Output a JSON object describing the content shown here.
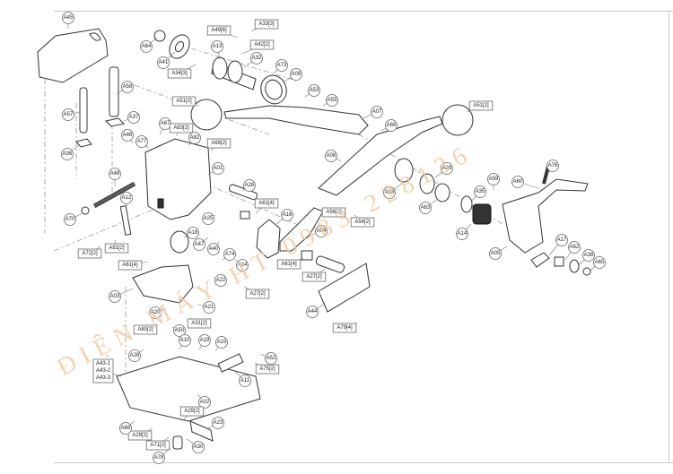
{
  "diagram": {
    "title": "Exploded parts diagram",
    "watermark": "ĐIỆN MÁY HT 0983 228136",
    "colors": {
      "line": "#333333",
      "callout_border": "#666666",
      "watermark": "#f0c8a0"
    },
    "callouts": [
      {
        "id": "A45",
        "label": "A45"
      },
      {
        "id": "A64",
        "label": "A64"
      },
      {
        "id": "A41",
        "label": "A41"
      },
      {
        "id": "A34",
        "label": "A34[3]",
        "boxed": true
      },
      {
        "id": "A49",
        "label": "A49[6]",
        "boxed": true
      },
      {
        "id": "A33",
        "label": "A33[3]",
        "boxed": true
      },
      {
        "id": "A13",
        "label": "A13"
      },
      {
        "id": "A42",
        "label": "A42[2]",
        "boxed": true
      },
      {
        "id": "A32",
        "label": "A32"
      },
      {
        "id": "A73",
        "label": "A73"
      },
      {
        "id": "A09",
        "label": "A09"
      },
      {
        "id": "A53",
        "label": "A53"
      },
      {
        "id": "A55",
        "label": "A55"
      },
      {
        "id": "A58",
        "label": "A58"
      },
      {
        "id": "A57",
        "label": "A57"
      },
      {
        "id": "A37",
        "label": "A37"
      },
      {
        "id": "A36",
        "label": "A36"
      },
      {
        "id": "A51a",
        "label": "A51[2]",
        "boxed": true
      },
      {
        "id": "A51b",
        "label": "A51[2]",
        "boxed": true
      },
      {
        "id": "A07",
        "label": "A07"
      },
      {
        "id": "A66",
        "label": "A66"
      },
      {
        "id": "A67",
        "label": "A67"
      },
      {
        "id": "A83",
        "label": "A83[2]",
        "boxed": true
      },
      {
        "id": "A46",
        "label": "A46"
      },
      {
        "id": "A77",
        "label": "A77"
      },
      {
        "id": "A82",
        "label": "A82"
      },
      {
        "id": "A69",
        "label": "A69[2]",
        "boxed": true
      },
      {
        "id": "A01",
        "label": "A01"
      },
      {
        "id": "A06",
        "label": "A06"
      },
      {
        "id": "A39a",
        "label": "A39"
      },
      {
        "id": "A76",
        "label": "A76"
      },
      {
        "id": "A60",
        "label": "A60"
      },
      {
        "id": "A48",
        "label": "A48"
      },
      {
        "id": "A12",
        "label": "A12"
      },
      {
        "id": "A70",
        "label": "A70"
      },
      {
        "id": "A26",
        "label": "A26"
      },
      {
        "id": "A61a",
        "label": "A61[4]",
        "boxed": true
      },
      {
        "id": "A25",
        "label": "A25"
      },
      {
        "id": "A16",
        "label": "A16"
      },
      {
        "id": "A56",
        "label": "A56[2]",
        "boxed": true
      },
      {
        "id": "A54",
        "label": "A54[2]",
        "boxed": true
      },
      {
        "id": "A08",
        "label": "A08"
      },
      {
        "id": "A63",
        "label": "A63"
      },
      {
        "id": "A35a",
        "label": "A35"
      },
      {
        "id": "A59",
        "label": "A59"
      },
      {
        "id": "A14",
        "label": "A14"
      },
      {
        "id": "A05",
        "label": "A05"
      },
      {
        "id": "A17",
        "label": "A17"
      },
      {
        "id": "A62",
        "label": "A62"
      },
      {
        "id": "A38",
        "label": "A38"
      },
      {
        "id": "A65",
        "label": "A65"
      },
      {
        "id": "A72",
        "label": "A72[2]",
        "boxed": true
      },
      {
        "id": "A81",
        "label": "A81[2]",
        "boxed": true
      },
      {
        "id": "A18",
        "label": "A18"
      },
      {
        "id": "A47",
        "label": "A47"
      },
      {
        "id": "A40",
        "label": "A40"
      },
      {
        "id": "A04",
        "label": "A04"
      },
      {
        "id": "A61b",
        "label": "A61[4]",
        "boxed": true
      },
      {
        "id": "A61c",
        "label": "A61[4]",
        "boxed": true
      },
      {
        "id": "A74",
        "label": "A74"
      },
      {
        "id": "A24",
        "label": "A24"
      },
      {
        "id": "A27a",
        "label": "A27[2]",
        "boxed": true
      },
      {
        "id": "A27b",
        "label": "A27[2]",
        "boxed": true
      },
      {
        "id": "A22",
        "label": "A22"
      },
      {
        "id": "A03",
        "label": "A03"
      },
      {
        "id": "A44",
        "label": "A44"
      },
      {
        "id": "A79",
        "label": "A79[4]",
        "boxed": true
      },
      {
        "id": "A20",
        "label": "A20"
      },
      {
        "id": "A21",
        "label": "A21"
      },
      {
        "id": "A31",
        "label": "A31[2]",
        "boxed": true
      },
      {
        "id": "A80",
        "label": "A80[2]",
        "boxed": true
      },
      {
        "id": "A50",
        "label": "A50"
      },
      {
        "id": "A10",
        "label": "A10"
      },
      {
        "id": "A19",
        "label": "A19"
      },
      {
        "id": "A15",
        "label": "A15"
      },
      {
        "id": "A28",
        "label": "A28"
      },
      {
        "id": "A52",
        "label": "A52"
      },
      {
        "id": "A75",
        "label": "A75[2]",
        "boxed": true
      },
      {
        "id": "A11",
        "label": "A11"
      },
      {
        "id": "A43",
        "label": "A43-1\nA43-2\nA43-3",
        "boxed": true,
        "lines": [
          "A43-1",
          "A43-2",
          "A43-3"
        ]
      },
      {
        "id": "A02",
        "label": "A02"
      },
      {
        "id": "A29a",
        "label": "A29[2]",
        "boxed": true
      },
      {
        "id": "A29b",
        "label": "A29[2]",
        "boxed": true
      },
      {
        "id": "A23",
        "label": "A23"
      },
      {
        "id": "A68",
        "label": "A68"
      },
      {
        "id": "A71",
        "label": "A71[2]",
        "boxed": true
      },
      {
        "id": "A30",
        "label": "A30"
      },
      {
        "id": "A78",
        "label": "A78"
      }
    ]
  }
}
